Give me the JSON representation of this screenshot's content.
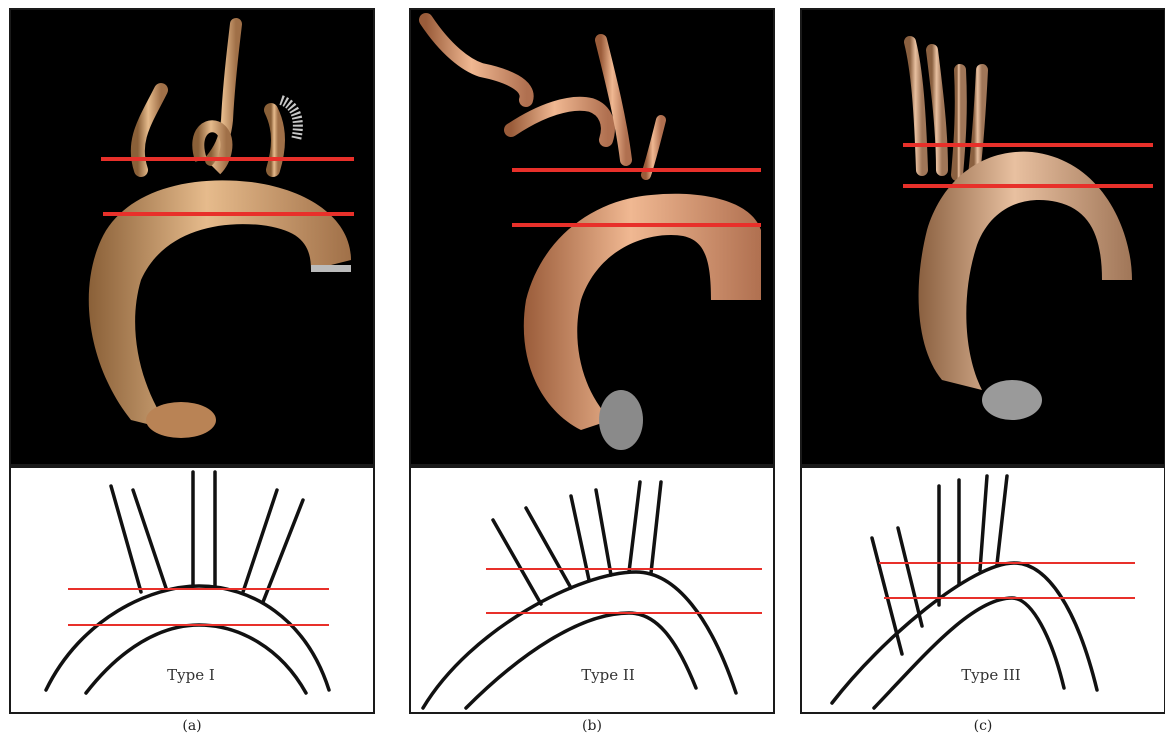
{
  "panels": [
    {
      "type_label": "Type I",
      "caption": "(a)"
    },
    {
      "type_label": "Type II",
      "caption": "(b)"
    },
    {
      "type_label": "Type III",
      "caption": "(c)"
    }
  ],
  "colors": {
    "marker_line": "#e8302a",
    "vessel": "#d9a877",
    "background": "#000000",
    "ink": "#111111"
  }
}
